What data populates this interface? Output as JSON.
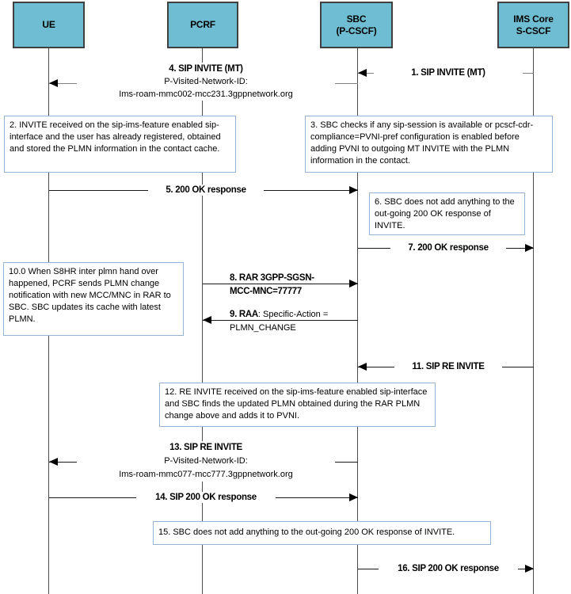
{
  "diagram": {
    "title": "SIP INVITE / PLMN change sequence diagram",
    "colors": {
      "actor_fill": "#6FBDD2",
      "actor_border": "#404040",
      "note_border": "#95B3D7",
      "message_line_gray": "#808080",
      "message_line_dark": "#1a1a1a",
      "arrowhead": "#000000"
    },
    "actors": [
      {
        "label": "UE"
      },
      {
        "label": "PCRF"
      },
      {
        "label": "SBC",
        "label2": "(P-CSCF)"
      },
      {
        "label": "IMS Core",
        "label2": "S-CSCF"
      }
    ],
    "messages": [
      {
        "from": "IMS Core S-CSCF",
        "to": "SBC (P-CSCF)",
        "label": "1. SIP INVITE (MT)"
      },
      {
        "from": "SBC (P-CSCF)",
        "to": "UE",
        "label": "4. SIP INVITE (MT)",
        "line2": "P-Visited-Network-ID:",
        "line3": "Ims-roam-mmc002-mcc231.3gppnetwork.org"
      },
      {
        "from": "UE",
        "to": "SBC (P-CSCF)",
        "label": "5. 200 OK response"
      },
      {
        "from": "SBC (P-CSCF)",
        "to": "IMS Core S-CSCF",
        "label": "7. 200 OK response"
      },
      {
        "from": "PCRF",
        "to": "SBC (P-CSCF)",
        "label": "8. RAR 3GPP-SGSN-",
        "line2": "MCC-MNC=77777"
      },
      {
        "from": "SBC (P-CSCF)",
        "to": "PCRF",
        "label_bold": "9. RAA",
        "label_rest": ": Specific-Action =",
        "line2": "PLMN_CHANGE"
      },
      {
        "from": "IMS Core S-CSCF",
        "to": "SBC (P-CSCF)",
        "label": "11. SIP RE INVITE"
      },
      {
        "from": "SBC (P-CSCF)",
        "to": "UE",
        "label": "13. SIP RE INVITE",
        "line2": "P-Visited-Network-ID:",
        "line3": "Ims-roam-mmc077-mcc777.3gppnetwork.org"
      },
      {
        "from": "UE",
        "to": "SBC (P-CSCF)",
        "label": "14. SIP 200 OK response"
      },
      {
        "from": "SBC (P-CSCF)",
        "to": "IMS Core S-CSCF",
        "label": "16. SIP 200 OK response"
      }
    ],
    "notes": [
      {
        "text": "2. INVITE received on the sip-ims-feature enabled sip-interface and the user has already registered, obtained and stored the PLMN information in the contact cache."
      },
      {
        "text": "3. SBC checks if any sip-session is available or pcscf-cdr-compliance=PVNI-pref configuration is enabled before adding PVNI to outgoing MT INVITE with the PLMN information in the contact."
      },
      {
        "text": "6. SBC does not add anything to the out-going 200 OK response of INVITE."
      },
      {
        "text": "10.0 When S8HR inter plmn hand over happened, PCRF sends PLMN change notification with new MCC/MNC in RAR to SBC. SBC updates its cache with latest PLMN."
      },
      {
        "text": "12. RE INVITE received on the sip-ims-feature enabled sip-interface and SBC finds the updated PLMN obtained during the RAR PLMN change above and adds it to PVNI."
      },
      {
        "text": "15. SBC does not add anything to the out-going 200 OK response of INVITE."
      }
    ]
  }
}
